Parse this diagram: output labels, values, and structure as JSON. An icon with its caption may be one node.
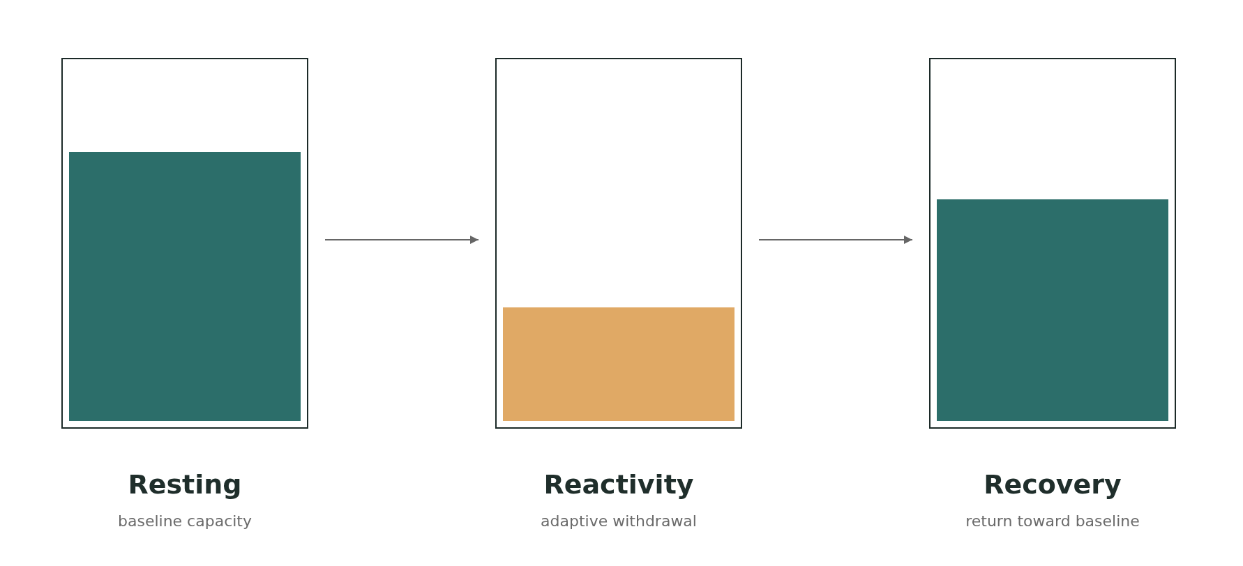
{
  "diagram": {
    "nodes": [
      {
        "text": [
          "Resting",
          "baseline capacity"
        ]
      },
      {
        "text": [
          "Reactivity",
          "adaptive withdrawal"
        ]
      },
      {
        "text": [
          "Recovery",
          "return toward baseline"
        ]
      }
    ],
    "edges": [
      {
        "from": 0,
        "to": 1,
        "arrow": "to"
      },
      {
        "from": 1,
        "to": 2,
        "arrow": "to"
      }
    ]
  }
}
